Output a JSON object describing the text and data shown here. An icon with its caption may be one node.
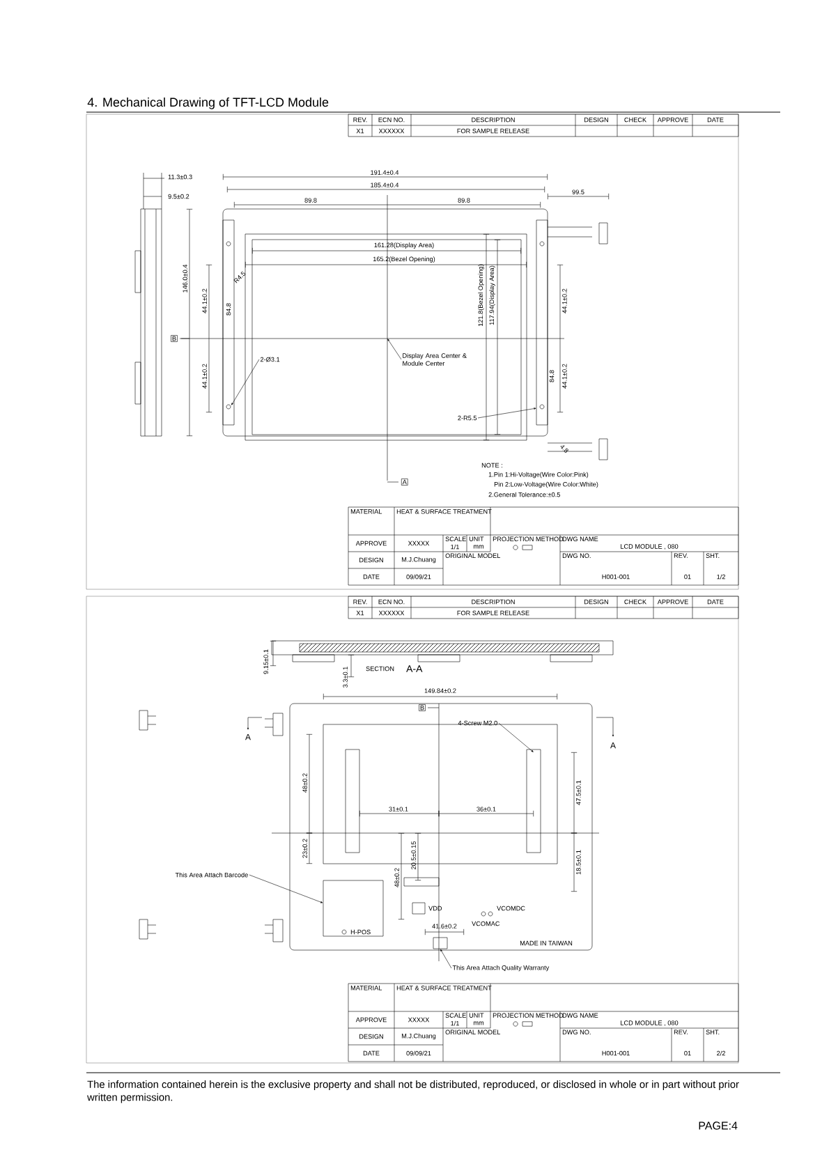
{
  "diagram": {
    "title": "4. Mechanical Drawing of TFT-LCD Module",
    "nodes": [
      {
        "text": [
          "Display Area Center & Module Center"
        ]
      },
      {
        "text": [
          "4-Screw M2.0"
        ]
      },
      {
        "text": [
          "This Area Attach Barcode"
        ]
      },
      {
        "text": [
          "This Area Attach Quality Warranty"
        ]
      },
      {
        "text": [
          "2-Ø3.1"
        ]
      },
      {
        "text": [
          "2-R5.5"
        ]
      },
      {
        "text": [],
        "shape": "box"
      },
      {
        "text": [],
        "shape": "box"
      }
    ],
    "edges": [
      {
        "from": 0,
        "to": null,
        "arrow": "to"
      },
      {
        "from": 1,
        "to": null,
        "arrow": "to"
      },
      {
        "from": 2,
        "to": 6,
        "arrow": "to"
      },
      {
        "from": 3,
        "to": 7,
        "arrow": "to"
      },
      {
        "from": 4,
        "to": null,
        "arrow": "to"
      },
      {
        "from": 5,
        "to": null,
        "arrow": "to"
      }
    ],
    "labels": [
      "REV.",
      "ECN NO.",
      "DESCRIPTION",
      "DESIGN",
      "CHECK",
      "APPROVE",
      "DATE",
      "X1",
      "XXXXXX",
      "FOR SAMPLE RELEASE",
      "11.3±0.3",
      "9.5±0.2",
      "191.4±0.4",
      "185.4±0.4",
      "89.8",
      "89.8",
      "99.5",
      "161.28(Display Area)",
      "165.2(Bezel Opening)",
      "R4.5",
      "121.8(Bezel Opening)",
      "117.94(Display Area)",
      "44.1±0.2",
      "44.1±0.2",
      "146.0±0.4",
      "B",
      "84.8",
      "44.1±0.2",
      "44.1±0.2",
      "84.8",
      "4.8",
      "A",
      "NOTE :",
      "1.Pin 1:Hi-Voltage(Wire Color:Pink)",
      "Pin 2:Low-Voltage(Wire Color:White)",
      "2.General Tolerance:±0.5",
      "MATERIAL",
      "HEAT & SURFACE TREATMENT",
      "APPROVE",
      "XXXXX",
      "SCALE",
      "1/1",
      "UNIT",
      "mm",
      "PROJECTION METHOD",
      "DWG NAME",
      "LCD MODULE , 080",
      "DESIGN",
      "M.J.Chuang",
      "ORIGINAL MODEL",
      "DWG NO.",
      "REV.",
      "SHT.",
      "DATE",
      "09/09/21",
      "H001-001",
      "01",
      "1/2",
      "REV.",
      "ECN NO.",
      "DESCRIPTION",
      "DESIGN",
      "CHECK",
      "APPROVE",
      "DATE",
      "X1",
      "XXXXXX",
      "FOR SAMPLE RELEASE",
      "9.15±0.1",
      "3.3±0.1",
      "SECTION",
      "A-A",
      "149.84±0.2",
      "B",
      "A",
      "A",
      "48±0.2",
      "31±0.1",
      "36±0.1",
      "47.5±0.1",
      "23±0.2",
      "48±0.2",
      "20.5±0.15",
      "18.5±0.1",
      "VDD",
      "VCOMAC",
      "VCOMDC",
      "H-POS",
      "41.6±0.2",
      "MADE IN TAIWAN",
      "MATERIAL",
      "HEAT & SURFACE TREATMENT",
      "APPROVE",
      "XXXXX",
      "SCALE",
      "1/1",
      "UNIT",
      "mm",
      "PROJECTION METHOD",
      "DWG NAME",
      "LCD MODULE , 080",
      "DESIGN",
      "M.J.Chuang",
      "ORIGINAL MODEL",
      "DWG NO.",
      "REV.",
      "SHT.",
      "DATE",
      "09/09/21",
      "H001-001",
      "01",
      "2/2",
      "The information contained herein is the exclusive property and shall not be distributed, reproduced, or disclosed in whole or in part without prior written permission.",
      "PAGE:4"
    ]
  }
}
